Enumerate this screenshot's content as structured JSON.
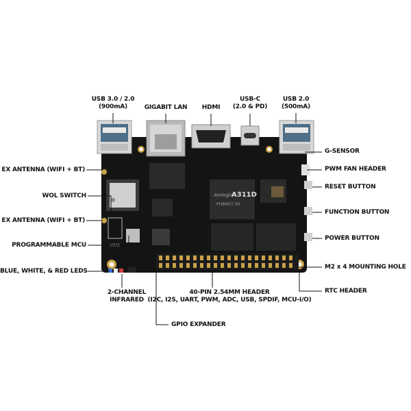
{
  "labels": {
    "usb30": "USB 3.0 / 2.0",
    "usb30_sub": "(900mA)",
    "gigabit_lan": "GIGABIT LAN",
    "hdmi": "HDMI",
    "usbc": "USB-C",
    "usbc_sub": "(2.0 & PD)",
    "usb20": "USB 2.0",
    "usb20_sub": "(500mA)",
    "g_sensor": "G-SENSOR",
    "pwm_fan": "PWM FAN HEADER",
    "reset_button": "RESET BUTTON",
    "function_button": "FUNCTION BUTTON",
    "power_button": "POWER BUTTON",
    "m2_mounting": "M2 x 4 MOUNTING HOLE",
    "rtc_header": "RTC HEADER",
    "ex_antenna_1": "EX ANTENNA (WIFI + BT)",
    "wol_switch": "WOL SWITCH",
    "ex_antenna_2": "EX ANTENNA (WIFI + BT)",
    "programmable_mcu": "PROGRAMMABLE MCU",
    "leds": "BLUE, WHITE, & RED LEDS",
    "infrared": "2-CHANNEL",
    "infrared_sub": "INFRARED",
    "header_40pin": "40-PIN 2.54MM HEADER",
    "header_40pin_sub": "(I2C, I2S, UART, PWM, ADC, USB, SPDIF, MCU-I/O)",
    "gpio_expander": "GPIO EXPANDER"
  },
  "board": {
    "soc_brand": "Amlogic",
    "soc_model": "A311D",
    "soc_code": "PH8M07.00",
    "pcb_brand": "VIM3"
  },
  "colors": {
    "pcb": "#141414",
    "chip": "#2a2a2a",
    "gold": "#c9a24a",
    "leader": "#111111",
    "usb_blue": "#6e8fa6"
  }
}
